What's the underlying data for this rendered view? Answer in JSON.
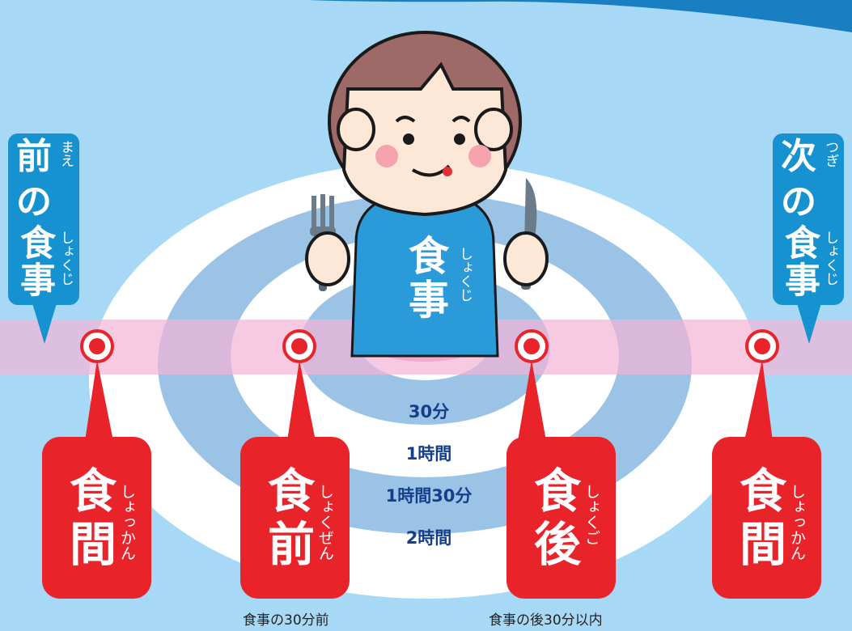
{
  "callouts": {
    "left": {
      "line1": "前",
      "line2": "の",
      "line3": "食事",
      "ruby_top": "まえ",
      "ruby_bottom": "しょくじ"
    },
    "right": {
      "line1": "次",
      "line2": "の",
      "line3": "食事",
      "ruby_top": "つぎ",
      "ruby_bottom": "しょくじ"
    }
  },
  "center": {
    "label": "食事",
    "ruby": "しょくじ"
  },
  "times": [
    "30分",
    "1時間",
    "1時間30分",
    "2時間"
  ],
  "timings": [
    {
      "label": "食間",
      "ruby": "しょっかん"
    },
    {
      "label": "食前",
      "ruby": "しょくぜん"
    },
    {
      "label": "食後",
      "ruby": "しょくご"
    },
    {
      "label": "食間",
      "ruby": "しょっかん"
    }
  ],
  "notes": {
    "before": "食事の30分前",
    "after": "食事の後30分以内"
  },
  "colors": {
    "sky": "#a7d9f6",
    "ring_blue": "#9ac3e6",
    "band_pink": "#f4b4d6",
    "red": "#e8242a",
    "blue": "#1592cf"
  }
}
